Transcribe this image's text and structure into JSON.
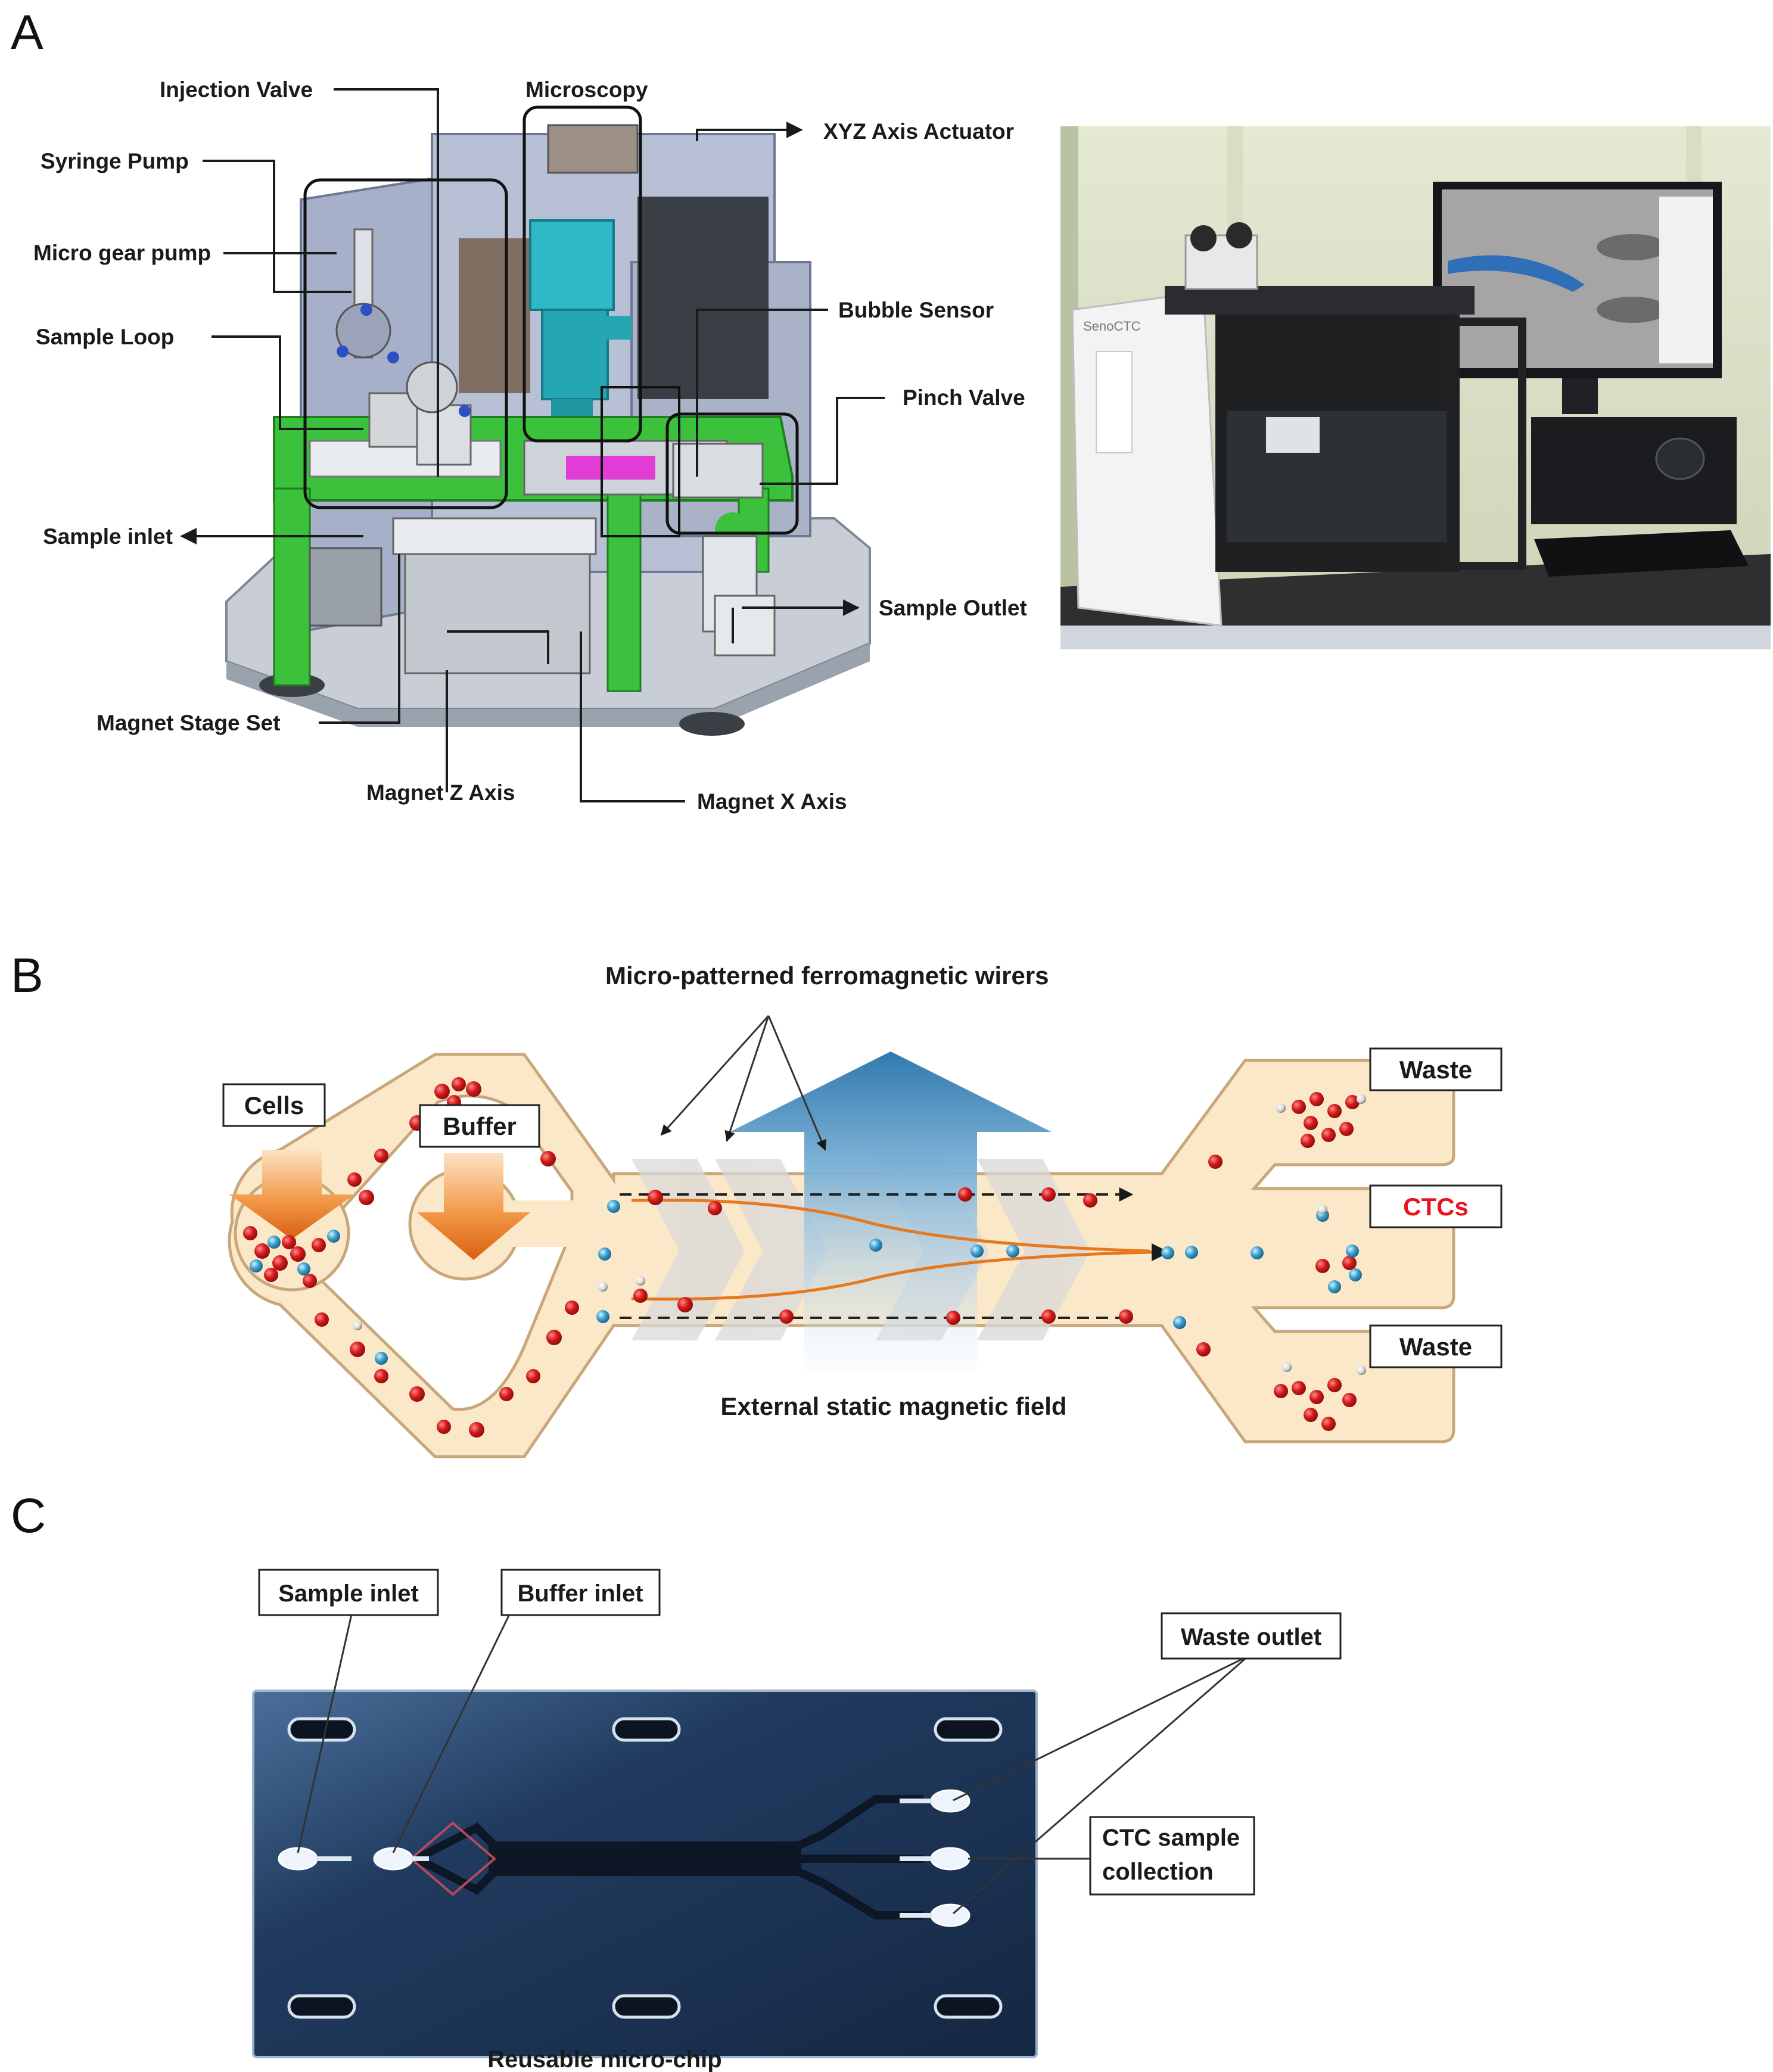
{
  "panels": {
    "a": "A",
    "b": "B",
    "c": "C"
  },
  "panel_a": {
    "labels": {
      "injection_valve": "Injection Valve",
      "microscopy": "Microscopy",
      "xyz_axis_actuator": "XYZ Axis Actuator",
      "syringe_pump": "Syringe Pump",
      "micro_gear_pump": "Micro gear pump",
      "bubble_sensor": "Bubble Sensor",
      "sample_loop": "Sample Loop",
      "pinch_valve": "Pinch Valve",
      "sample_inlet": "Sample inlet",
      "sample_outlet": "Sample Outlet",
      "magnet_stage_set": "Magnet Stage Set",
      "magnet_z_axis": "Magnet Z Axis",
      "magnet_x_axis": "Magnet X Axis"
    },
    "photo_brand": "SenoCTC"
  },
  "panel_b": {
    "title": "Micro-patterned ferromagnetic wirers",
    "cells": "Cells",
    "buffer": "Buffer",
    "waste_top": "Waste",
    "ctcs": "CTCs",
    "waste_bottom": "Waste",
    "field": "External static magnetic field",
    "colors": {
      "channel_fill": "#fbe8c8",
      "channel_stroke": "#c8a77a",
      "red_cell": "#d41a1a",
      "blue_cell": "#3aa2d0",
      "ctc_text": "#e8141e",
      "arrow_orange": "#e6781e",
      "field_arrow": "#1f78b4"
    }
  },
  "panel_c": {
    "sample_inlet": "Sample inlet",
    "buffer_inlet": "Buffer inlet",
    "waste_outlet": "Waste outlet",
    "ctc_line1": "CTC sample",
    "ctc_line2": "collection",
    "caption": "Reusable micro-chip",
    "colors": {
      "chip": "#1e3557"
    }
  }
}
